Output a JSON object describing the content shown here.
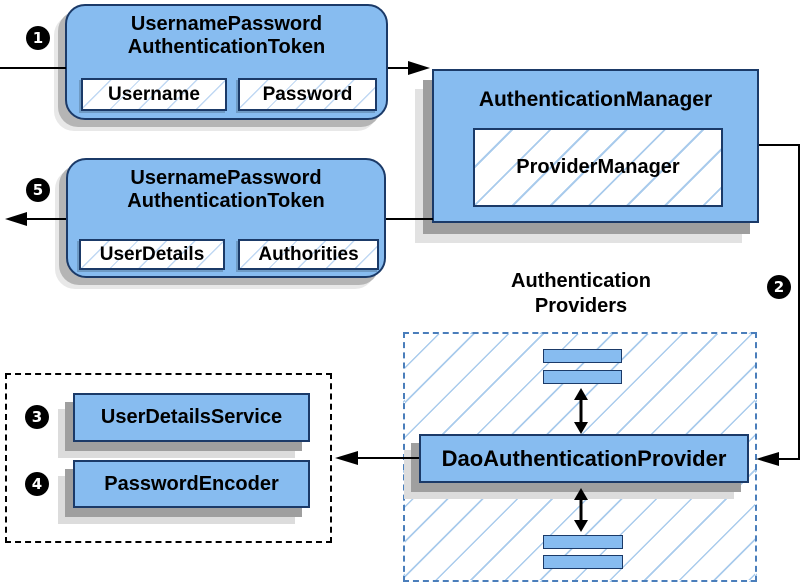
{
  "colors": {
    "node_fill": "#87BCF0",
    "node_border": "#1B3A68",
    "hatch_line": "#A9CBEC",
    "providers_dash_border": "#4A7EBB",
    "dotted_border": "#000000",
    "shadow_dark": "#9E9E9E",
    "shadow_light": "#E2E2E2",
    "connector": "#000000",
    "step_badge_bg": "#000000",
    "step_badge_text": "#FFFFFF"
  },
  "nodes": {
    "request_token": {
      "title_line1": "UsernamePassword",
      "title_line2": "AuthenticationToken",
      "fields": [
        "Username",
        "Password"
      ]
    },
    "authentication_manager": {
      "title": "AuthenticationManager",
      "inner": "ProviderManager"
    },
    "response_token": {
      "title_line1": "UsernamePassword",
      "title_line2": "AuthenticationToken",
      "fields": [
        "UserDetails",
        "Authorities"
      ]
    },
    "providers_group": {
      "title_line1": "Authentication",
      "title_line2": "Providers",
      "provider": "DaoAuthenticationProvider"
    },
    "services": {
      "user_details_service": "UserDetailsService",
      "password_encoder": "PasswordEncoder"
    }
  },
  "steps": {
    "step1": "1",
    "step2": "2",
    "step3": "3",
    "step4": "4",
    "step5": "5"
  }
}
